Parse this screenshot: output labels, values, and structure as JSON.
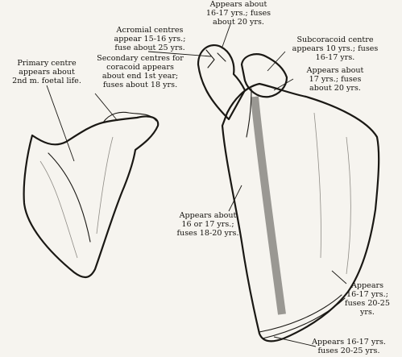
{
  "labels": {
    "primary": "Primary centre\nappears about\n2nd m. foetal life.",
    "acromial": "Acromial centres\nappear 15-16 yrs.;\nfuse about 25 yrs.",
    "secondary": "Secondary centres for\ncoracoid appears\nabout end 1st year;\nfuses about 18 yrs.",
    "top": "Appears about\n16-17 yrs.;  fuses\nabout 20 yrs.",
    "subcoracoid": "Subcoracoid centre\nappears 10 yrs.;  fuses\n16-17 yrs.",
    "right_upper": "Appears about\n17 yrs.;  fuses\nabout 20 yrs.",
    "middle": "Appears about\n16 or 17 yrs.;\nfuses 18-20 yrs.",
    "lower_right": "Appears\n16-17 yrs.;\nfuses 20-25\nyrs.",
    "bottom": "Appears 16-17 yrs.\nfuses 20-25 yrs."
  }
}
